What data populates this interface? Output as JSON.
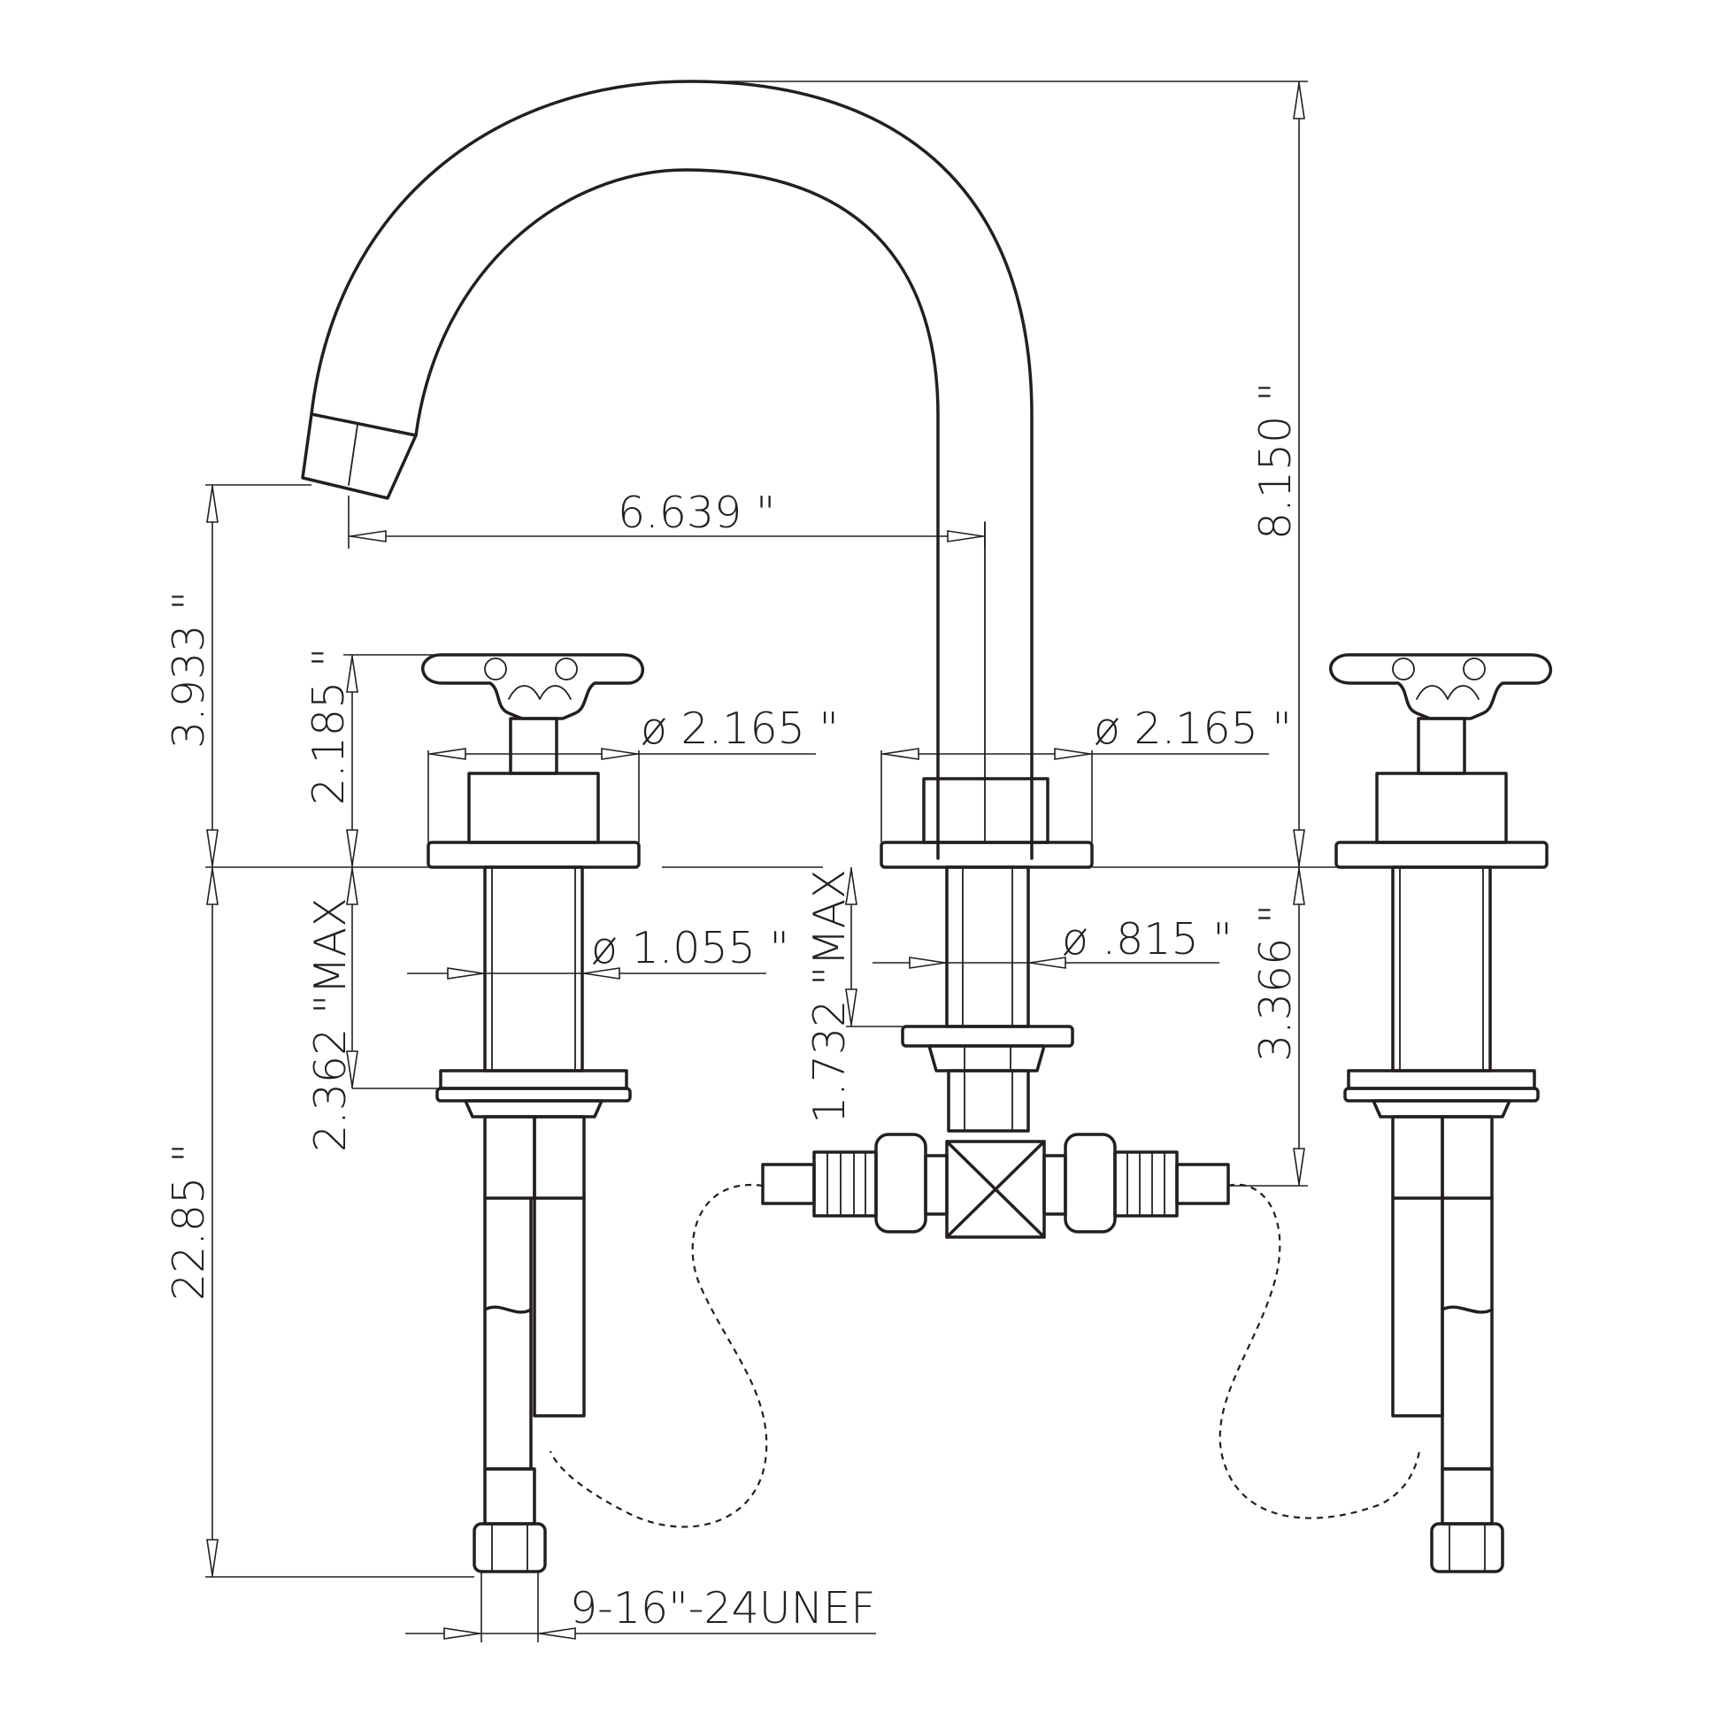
{
  "dimensions": {
    "overall_height": "8.150 \"",
    "spout_reach": "6.639 \"",
    "spout_outlet_height": "3.933 \"",
    "handle_height": "2.185 \"",
    "handle_base_diameter": "ø 2.165 \"",
    "spout_base_diameter": "ø 2.165 \"",
    "handle_shank_max": "2.362 \"MAX",
    "handle_shank_diameter": "ø 1.055 \"",
    "spout_shank_max": "1.732 \"MAX",
    "spout_shank_diameter": "ø .815 \"",
    "tee_depth": "3.366 \"",
    "hose_length": "22.85 \"",
    "hose_thread": "9-16\"-24UNEF"
  },
  "colors": {
    "line": "#231f20",
    "background": "#ffffff"
  }
}
